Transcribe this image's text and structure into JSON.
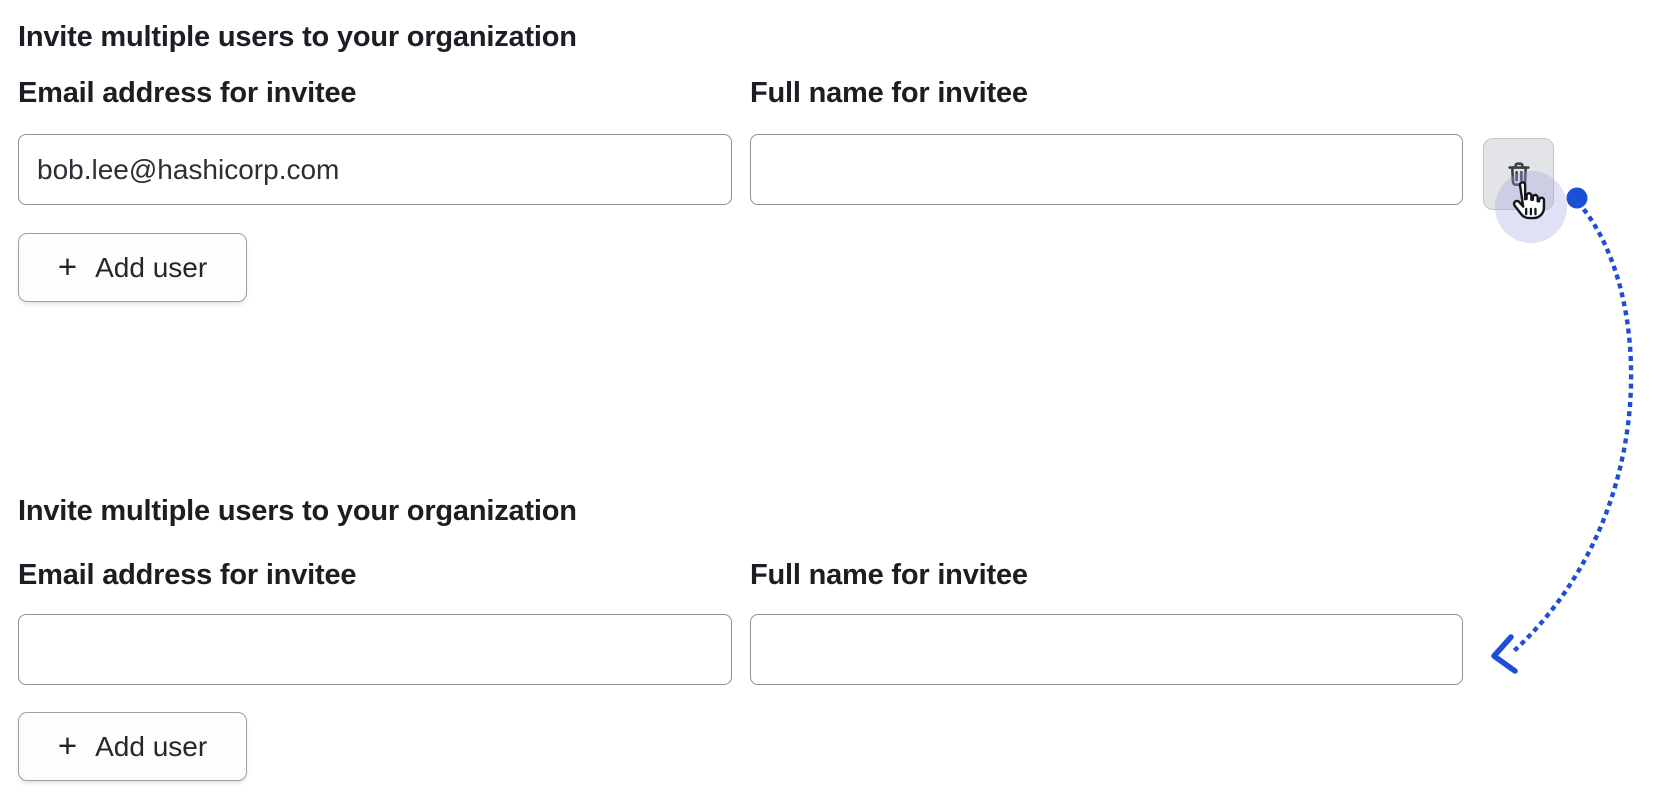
{
  "colors": {
    "background": "#ffffff",
    "text": "#1b1e23",
    "input_border": "#8a909c",
    "delete_button_bg": "#e3e4e7",
    "add_button_bg": "#fdfdfd",
    "add_button_border": "#9aa0aa",
    "annotation_blue": "#1d4ed8",
    "cursor_highlight": "rgba(158,163,222,0.33)",
    "trash_icon": "#3d4047"
  },
  "sections": [
    {
      "heading": "Invite multiple users to your organization",
      "fields": {
        "email": {
          "label": "Email address for invitee",
          "value": "bob.lee@hashicorp.com"
        },
        "full_name": {
          "label": "Full name for invitee",
          "value": ""
        }
      },
      "add_user_button": {
        "plus": "+",
        "label": "Add user"
      },
      "delete_button": {
        "icon": "trash-icon"
      }
    },
    {
      "heading": "Invite multiple users to your organization",
      "fields": {
        "email": {
          "label": "Email address for invitee",
          "value": ""
        },
        "full_name": {
          "label": "Full name for invitee",
          "value": ""
        }
      },
      "add_user_button": {
        "plus": "+",
        "label": "Add user"
      }
    }
  ],
  "annotation": {
    "description": "Dotted blue arc with start dot at the delete button and left-pointing arrowhead at the second form state; hand cursor hovering the delete button"
  }
}
